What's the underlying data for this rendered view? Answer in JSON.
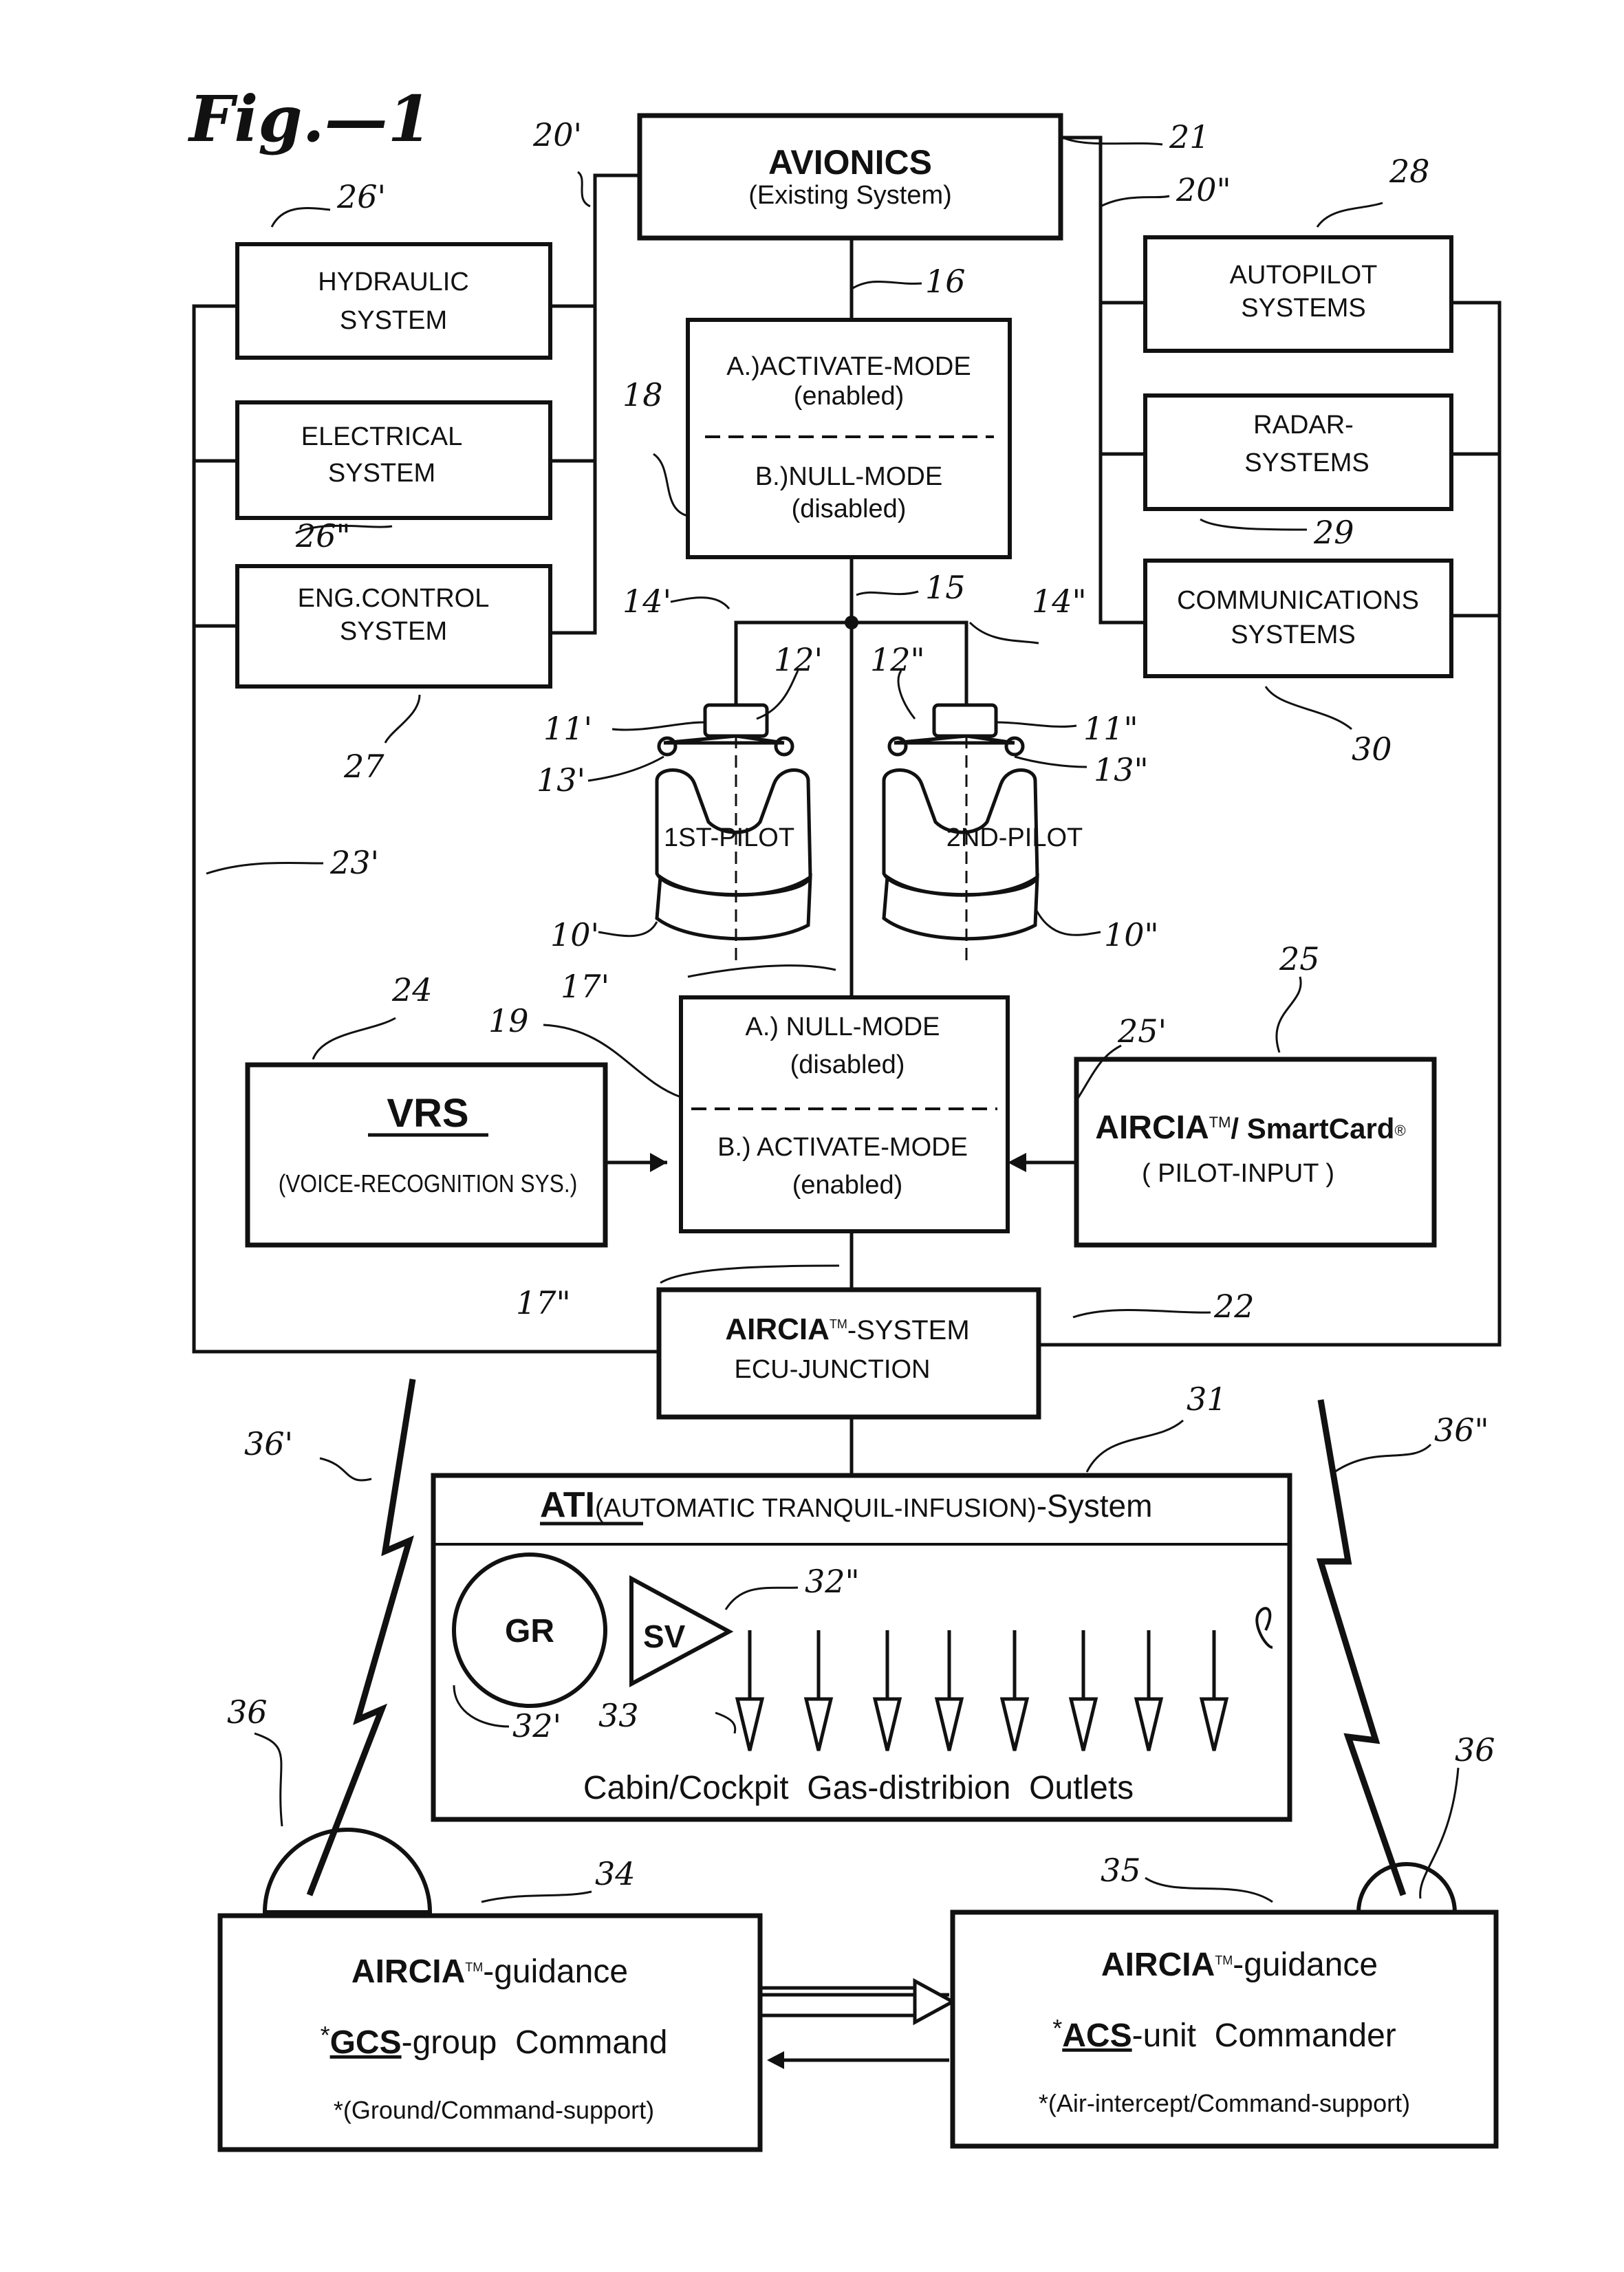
{
  "figure_title": "Fig.—1",
  "boxes": {
    "avionics": {
      "title": "AVIONICS",
      "subtitle": "(Existing System)"
    },
    "hydraulic": {
      "line1": "HYDRAULIC",
      "line2": "SYSTEM"
    },
    "electrical": {
      "line1": "ELECTRICAL",
      "line2": "SYSTEM"
    },
    "eng_control": {
      "line1": "ENG.CONTROL",
      "line2": "SYSTEM"
    },
    "autopilot": {
      "line1": "AUTOPILOT",
      "line2": "SYSTEMS"
    },
    "radar": {
      "line1": "RADAR-",
      "line2": "SYSTEMS"
    },
    "communications": {
      "line1": "COMMUNICATIONS",
      "line2": "SYSTEMS"
    },
    "mode_upper": {
      "a1": "A.)ACTIVATE-MODE",
      "a2": "(enabled)",
      "b1": "B.)NULL-MODE",
      "b2": "(disabled)"
    },
    "mode_lower": {
      "a1": "A.) NULL-MODE",
      "a2": "(disabled)",
      "b1": "B.) ACTIVATE-MODE",
      "b2": "(enabled)"
    },
    "vrs": {
      "title": "VRS",
      "subtitle": "(VOICE-RECOGNITION SYS.)"
    },
    "smartcard": {
      "brand": "AIRCIA",
      "tm": "TM",
      "rest": "/ SmartCard",
      "reg": "®",
      "subtitle": "( PILOT-INPUT )"
    },
    "junction": {
      "brand": "AIRCIA",
      "tm": "TM",
      "rest": "-SYSTEM",
      "line2": "ECU-JUNCTION"
    },
    "ati": {
      "acronym": "ATI",
      "expansion": "(AUTOMATIC TRANQUIL-INFUSION)",
      "rest": "-System",
      "gr": "GR",
      "sv": "SV",
      "outlets_caption": "Cabin/Cockpit  Gas-distribion  Outlets"
    },
    "gcs": {
      "brand": "AIRCIA",
      "tm": "TM",
      "rest": "-guidance",
      "star": "*",
      "acr": "GCS",
      "acr_rest": "-group  Command",
      "support": "*(Ground/Command-support)"
    },
    "acs": {
      "brand": "AIRCIA",
      "tm": "TM",
      "rest": "-guidance",
      "star": "*",
      "acr": "ACS",
      "acr_rest": "-unit  Commander",
      "support": "*(Air-intercept/Command-support)"
    }
  },
  "seats": {
    "first": "1ST-PILOT",
    "second": "2ND-PILOT"
  },
  "reference_numerals": {
    "r20p": "20'",
    "r21": "21",
    "r20pp": "20\"",
    "r26p": "26'",
    "r28": "28",
    "r16": "16",
    "r18": "18",
    "r26pp": "26\"",
    "r29": "29",
    "r14p": "14'",
    "r15": "15",
    "r14pp": "14\"",
    "r12p": "12'",
    "r12pp": "12\"",
    "r11p": "11'",
    "r11pp": "11\"",
    "r13p": "13'",
    "r13pp": "13\"",
    "r27": "27",
    "r30": "30",
    "r23p": "23'",
    "r10p": "10'",
    "r10pp": "10\"",
    "r17p": "17'",
    "r24": "24",
    "r19": "19",
    "r25": "25",
    "r25p": "25'",
    "r17pp": "17\"",
    "r22": "22",
    "r31": "31",
    "r36p": "36'",
    "r36pp": "36\"",
    "r32pp": "32\"",
    "r32p": "32'",
    "r33": "33",
    "r36a": "36",
    "r36b": "36",
    "r34": "34",
    "r35": "35"
  }
}
